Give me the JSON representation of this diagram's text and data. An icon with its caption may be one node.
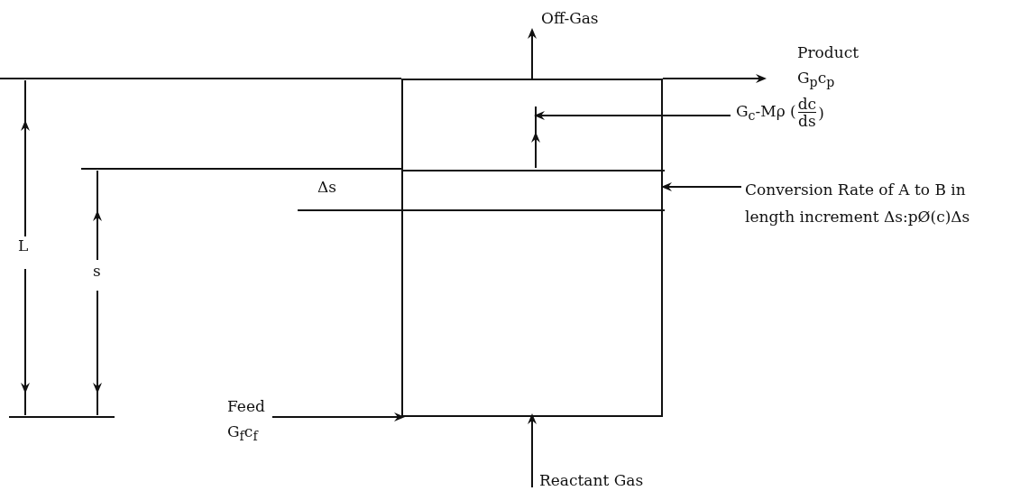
{
  "diagram": {
    "nodes": [
      {
        "text": [],
        "shape": "box"
      },
      {
        "text": [],
        "shape": "box",
        "in": 0
      },
      {
        "text": [
          "Off-Gas"
        ]
      },
      {
        "text": [
          "Product",
          "G$_{p}$c$_{p}$"
        ]
      },
      {
        "text": [
          "G$_{c}$-Mρ (",
          "dc",
          "ds",
          ")"
        ]
      },
      {
        "text": [
          "Conversion Rate of A to B in length increment Δs:pØ(c)Δs"
        ]
      },
      {
        "text": [
          "Feed",
          "G$_{f}$c$_{f}$"
        ]
      },
      {
        "text": [
          "Reactant Gas"
        ]
      }
    ],
    "edges": [
      {
        "from": 6,
        "to": 0,
        "arrow": "to"
      },
      {
        "from": 7,
        "to": 0,
        "arrow": "to"
      },
      {
        "from": 0,
        "to": 2,
        "arrow": "to"
      },
      {
        "from": 0,
        "to": 3,
        "arrow": "to"
      },
      {
        "from": 4,
        "to": null,
        "arrow": "to"
      },
      {
        "from": 5,
        "to": 1,
        "arrow": "to"
      }
    ],
    "labels": [
      "L",
      "s",
      "Δs"
    ]
  }
}
